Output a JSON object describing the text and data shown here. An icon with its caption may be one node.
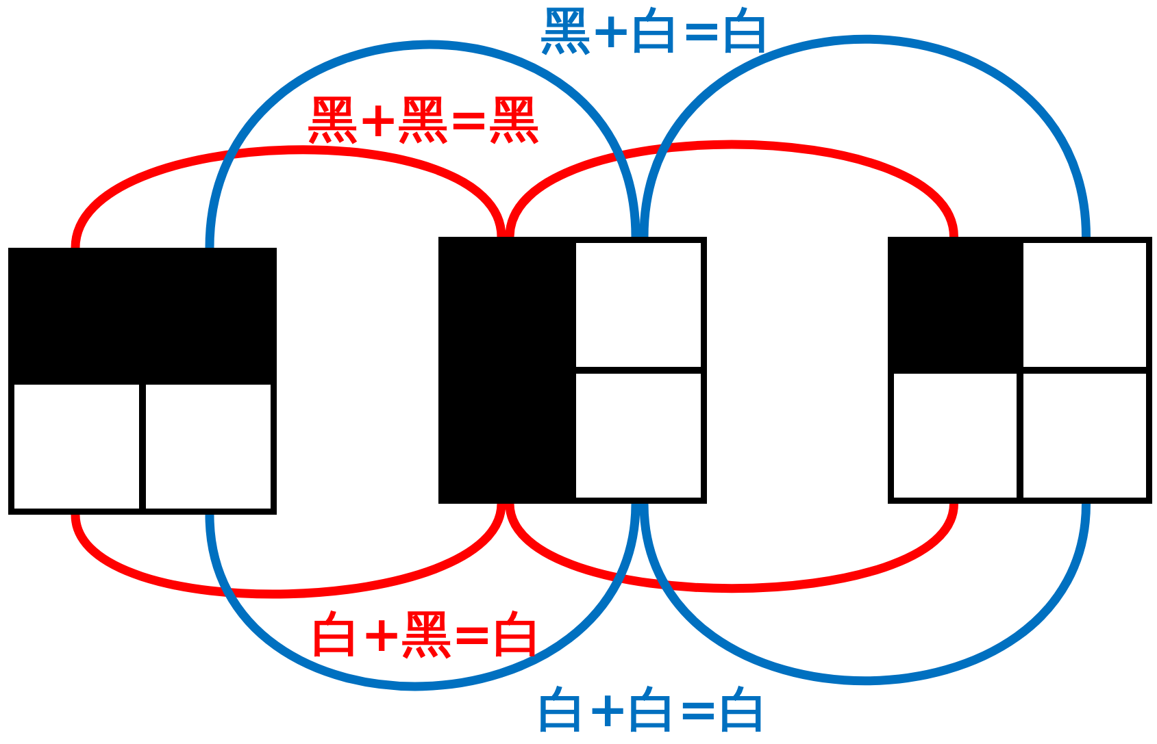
{
  "diagram": {
    "nodes": [
      {
        "text": [],
        "shape": "box"
      },
      {
        "text": [],
        "shape": "box"
      },
      {
        "text": [],
        "shape": "box"
      },
      {
        "text": [],
        "shape": "box"
      },
      {
        "text": [],
        "shape": "box"
      },
      {
        "text": [],
        "shape": "box"
      },
      {
        "text": [],
        "shape": "box"
      },
      {
        "text": [],
        "shape": "box"
      },
      {
        "text": [],
        "shape": "box"
      },
      {
        "text": [],
        "shape": "box"
      },
      {
        "text": [],
        "shape": "box"
      },
      {
        "text": [],
        "shape": "box"
      }
    ],
    "edges": [
      {
        "from": 0,
        "to": 4,
        "arrow": "none",
        "color": "#ff0000"
      },
      {
        "from": 4,
        "to": 8,
        "arrow": "none",
        "color": "#ff0000"
      },
      {
        "from": 1,
        "to": 5,
        "arrow": "none",
        "color": "#0070c0"
      },
      {
        "from": 5,
        "to": 9,
        "arrow": "none",
        "color": "#0070c0"
      },
      {
        "from": 2,
        "to": 6,
        "arrow": "none",
        "color": "#ff0000"
      },
      {
        "from": 6,
        "to": 10,
        "arrow": "none",
        "color": "#ff0000"
      },
      {
        "from": 3,
        "to": 7,
        "arrow": "none",
        "color": "#0070c0"
      },
      {
        "from": 7,
        "to": 11,
        "arrow": "none",
        "color": "#0070c0"
      }
    ],
    "labels": [
      "黑+白=白",
      "黑+黑=黑",
      "白+黑=白",
      "白+白=白"
    ]
  }
}
